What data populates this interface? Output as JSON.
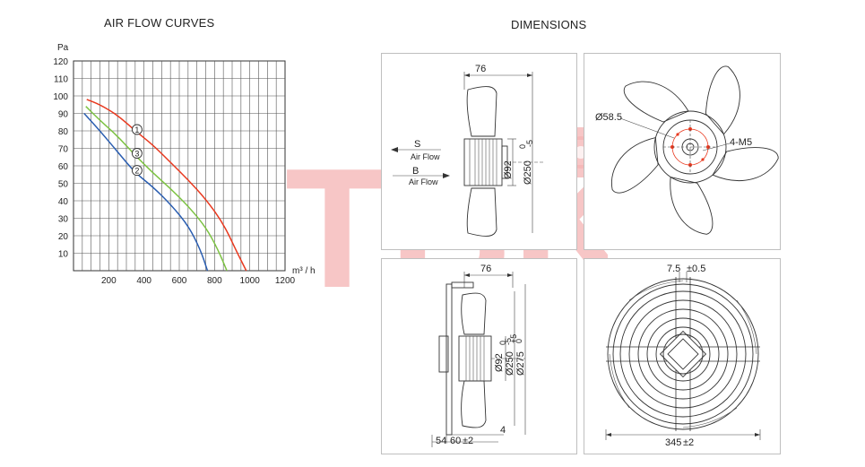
{
  "headings": {
    "left": "AIR FLOW CURVES",
    "right": "DIMENSIONS"
  },
  "chart_data": {
    "type": "line",
    "ylabel": "Pa",
    "xlabel": "m³ / h",
    "xlim": [
      0,
      1200
    ],
    "ylim": [
      0,
      120
    ],
    "x_ticks": [
      200,
      400,
      600,
      800,
      1000,
      1200
    ],
    "y_ticks": [
      10,
      20,
      30,
      40,
      50,
      60,
      70,
      80,
      90,
      100,
      110,
      120
    ],
    "grid": true,
    "series": [
      {
        "name": "1",
        "color": "#e8391f",
        "points": [
          [
            75,
            98
          ],
          [
            150,
            95
          ],
          [
            250,
            89
          ],
          [
            350,
            80
          ],
          [
            450,
            72
          ],
          [
            550,
            62
          ],
          [
            650,
            52
          ],
          [
            750,
            41
          ],
          [
            850,
            27
          ],
          [
            930,
            10
          ],
          [
            980,
            0
          ]
        ]
      },
      {
        "name": "3",
        "color": "#7cc242",
        "points": [
          [
            70,
            94
          ],
          [
            150,
            86
          ],
          [
            250,
            77
          ],
          [
            350,
            66
          ],
          [
            450,
            56
          ],
          [
            550,
            47
          ],
          [
            650,
            37
          ],
          [
            750,
            25
          ],
          [
            820,
            12
          ],
          [
            870,
            0
          ]
        ]
      },
      {
        "name": "2",
        "color": "#2a5db0",
        "points": [
          [
            60,
            90
          ],
          [
            150,
            80
          ],
          [
            250,
            68
          ],
          [
            350,
            56
          ],
          [
            450,
            48
          ],
          [
            550,
            38
          ],
          [
            650,
            26
          ],
          [
            720,
            12
          ],
          [
            760,
            0
          ]
        ]
      }
    ]
  },
  "dimensions": {
    "side_top": {
      "width_label": "76",
      "hub_diameter": "Ø92",
      "blade_diameter": "Ø250",
      "tol_upper": "0",
      "tol_lower": "-5",
      "airflow_s": "S",
      "airflow_s_label": "Air Flow",
      "airflow_b": "B",
      "airflow_b_label": "Air Flow"
    },
    "front_top": {
      "bolt_circle": "Ø58.5",
      "holes": "4-M5"
    },
    "side_bottom": {
      "width_label": "76",
      "hub_diameter": "Ø92",
      "blade_diameter": "Ø250",
      "blade_tol_upper": "0",
      "blade_tol_lower": "-5",
      "guard_diameter": "Ø275",
      "guard_tol": "+5",
      "guard_tol_lower": "0",
      "depth_a": "54",
      "depth_b": "60",
      "depth_tol": "±2",
      "flange": "4"
    },
    "guard_front": {
      "wire_spacing": "7.5",
      "wire_tol": "±0.5",
      "overall": "345",
      "overall_tol": "±2"
    }
  },
  "watermark": {
    "text": "TBK",
    "color": "#f4b3b3"
  }
}
